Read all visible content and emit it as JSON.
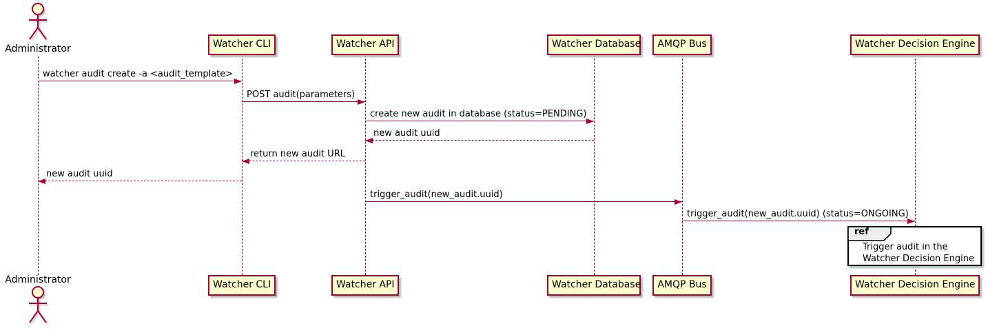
{
  "diagram": {
    "type": "sequence",
    "actor": {
      "name": "Administrator"
    },
    "participants": [
      {
        "name": "Watcher CLI"
      },
      {
        "name": "Watcher API"
      },
      {
        "name": "Watcher Database"
      },
      {
        "name": "AMQP Bus"
      },
      {
        "name": "Watcher Decision Engine"
      }
    ],
    "messages": [
      {
        "from": "Administrator",
        "to": "Watcher CLI",
        "text": "watcher audit create -a <audit_template>",
        "style": "solid"
      },
      {
        "from": "Watcher CLI",
        "to": "Watcher API",
        "text": "POST audit(parameters)",
        "style": "solid"
      },
      {
        "from": "Watcher API",
        "to": "Watcher Database",
        "text": "create new audit in database (status=PENDING)",
        "style": "solid"
      },
      {
        "from": "Watcher Database",
        "to": "Watcher API",
        "text": "new audit uuid",
        "style": "dashed"
      },
      {
        "from": "Watcher API",
        "to": "Watcher CLI",
        "text": "return new audit URL",
        "style": "dashed"
      },
      {
        "from": "Watcher CLI",
        "to": "Administrator",
        "text": "new audit uuid",
        "style": "dashed"
      },
      {
        "from": "Watcher API",
        "to": "AMQP Bus",
        "text": "trigger_audit(new_audit.uuid)",
        "style": "solid"
      },
      {
        "from": "AMQP Bus",
        "to": "Watcher Decision Engine",
        "text": "trigger_audit(new_audit.uuid) (status=ONGOING)",
        "style": "solid"
      }
    ],
    "ref": {
      "label": "ref",
      "line1": "Trigger audit in the",
      "line2": "Watcher Decision Engine"
    },
    "colors": {
      "participant_fill": "#FEFECE",
      "stroke": "#A80036",
      "text": "#000000",
      "ref_border": "#000000",
      "ref_tab_fill": "#EEEEEE",
      "shadow": "#B9B9B9"
    }
  }
}
